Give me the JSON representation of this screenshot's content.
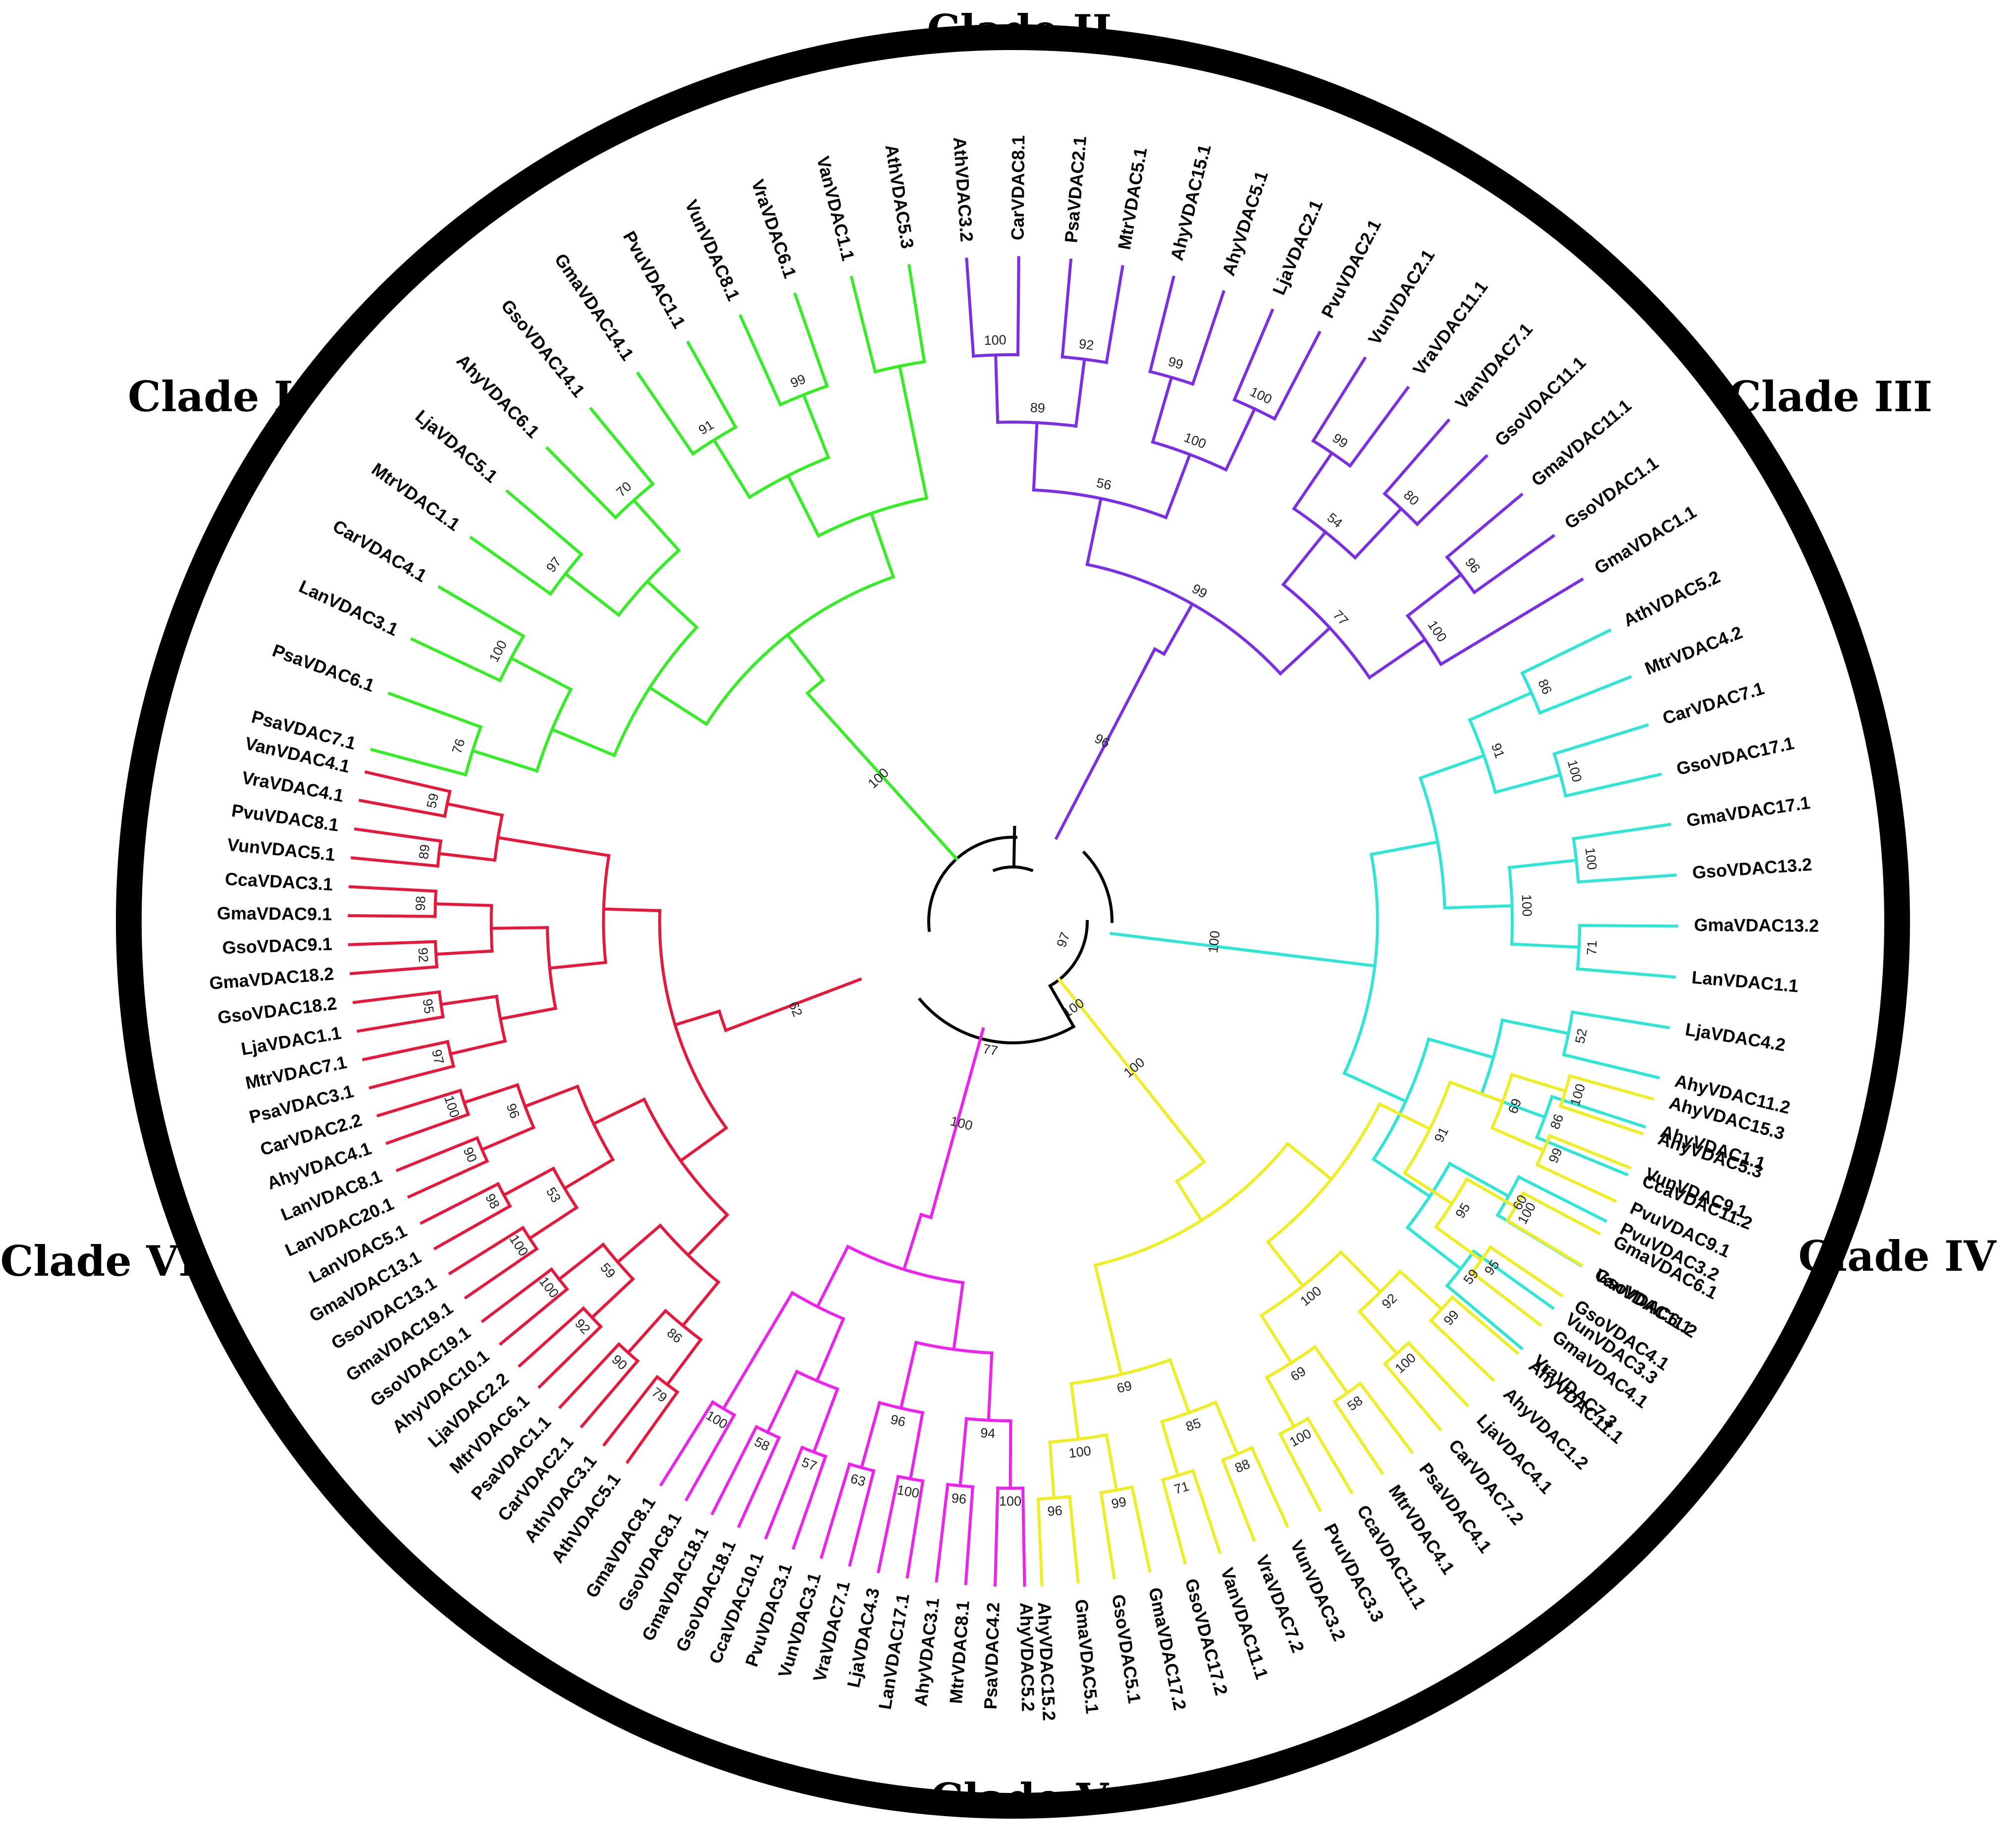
{
  "colors": {
    "clade_I": "#33ee22",
    "clade_II": "#7a2ee6",
    "clade_III": "#2ee6d6",
    "clade_IV": "#eeee22",
    "clade_V": "#ee22ee",
    "clade_VI": "#e6193c",
    "backbone": "#000000",
    "ring": "#000000"
  },
  "root_bootstrap": "97",
  "backbone_bootstraps": [
    "100",
    "77"
  ],
  "clades": [
    {
      "id": "I",
      "label": "Clade I",
      "color_key": "clade_I",
      "bootstrap": "100",
      "leaves": [
        "PsaVDAC7.1",
        "PsaVDAC6.1",
        "LanVDAC3.1",
        "CarVDAC4.1",
        "MtrVDAC1.1",
        "LjaVDAC5.1",
        "AhyVDAC6.1",
        "GsoVDAC14.1",
        "GmaVDAC14.1",
        "PvuVDAC1.1",
        "VunVDAC8.1",
        "VraVDAC6.1",
        "VanVDAC1.1",
        "AthVDAC5.3"
      ],
      "bootstraps": [
        "76",
        "100",
        "97",
        "70",
        "91",
        "99"
      ]
    },
    {
      "id": "II",
      "label": "Clade II",
      "color_key": "clade_II",
      "bootstrap": "96",
      "leaves": [
        "AthVDAC3.2",
        "CarVDAC8.1",
        "PsaVDAC2.1",
        "MtrVDAC5.1",
        "AhyVDAC15.1",
        "AhyVDAC5.1",
        "LjaVDAC2.1",
        "PvuVDAC2.1",
        "VunVDAC2.1",
        "VraVDAC11.1",
        "VanVDAC7.1",
        "GsoVDAC11.1",
        "GmaVDAC11.1",
        "GsoVDAC1.1",
        "GmaVDAC1.1"
      ],
      "bootstraps": [
        "100",
        "92",
        "99",
        "100",
        "99",
        "80",
        "96",
        "89",
        "100",
        "54",
        "100",
        "56",
        "77",
        "99"
      ]
    },
    {
      "id": "III",
      "label": "Clade III",
      "color_key": "clade_III",
      "bootstrap": "100",
      "leaves": [
        "AthVDAC5.2",
        "MtrVDAC4.2",
        "CarVDAC7.1",
        "GsoVDAC17.1",
        "GmaVDAC17.1",
        "GsoVDAC13.2",
        "GmaVDAC13.2",
        "LanVDAC1.1",
        "LjaVDAC4.2",
        "AhyVDAC11.2",
        "AhyVDAC1.1",
        "CcaVDAC11.2",
        "PvuVDAC3.2",
        "VanVDAC11.2",
        "VunVDAC3.3",
        "VraVDAC7.3"
      ],
      "bootstraps": [
        "86",
        "100",
        "100",
        "71",
        "52",
        "86",
        "60",
        "59",
        "91",
        "100"
      ]
    },
    {
      "id": "IV",
      "label": "Clade IV",
      "color_key": "clade_IV",
      "bootstrap": "100",
      "leaves": [
        "AhyVDAC15.3",
        "AhyVDAC5.3",
        "VunVDAC9.1",
        "PvuVDAC9.1",
        "GmaVDAC6.1",
        "GsoVDAC6.1",
        "GsoVDAC4.1",
        "GmaVDAC4.1",
        "AhyVDAC11.1",
        "AhyVDAC1.2",
        "LjaVDAC4.1",
        "CarVDAC7.2",
        "PsaVDAC4.1",
        "MtrVDAC4.1",
        "CcaVDAC11.1",
        "PvuVDAC3.3",
        "VunVDAC3.2",
        "VraVDAC7.2",
        "VanVDAC11.1",
        "GsoVDAC17.2",
        "GmaVDAC17.2",
        "GsoVDAC5.1",
        "GmaVDAC5.1",
        "AhyVDAC15.2"
      ],
      "bootstraps": [
        "100",
        "99",
        "100",
        "95",
        "99",
        "100",
        "58",
        "100",
        "88",
        "71",
        "99",
        "96",
        "69",
        "95",
        "92",
        "69",
        "85",
        "100",
        "91",
        "100",
        "69"
      ]
    },
    {
      "id": "V",
      "label": "Clade V",
      "color_key": "clade_V",
      "bootstrap": "100",
      "leaves": [
        "AhyVDAC5.2",
        "PsaVDAC4.2",
        "MtrVDAC8.1",
        "AhyVDAC3.1",
        "LanVDAC17.1",
        "LjaVDAC4.3",
        "VraVDAC7.1",
        "VunVDAC3.1",
        "PvuVDAC3.1",
        "CcaVDAC10.1",
        "GsoVDAC18.1",
        "GmaVDAC18.1",
        "GsoVDAC8.1",
        "GmaVDAC8.1"
      ],
      "bootstraps": [
        "100",
        "96",
        "100",
        "63",
        "57",
        "58",
        "100",
        "94",
        "96"
      ]
    },
    {
      "id": "VI",
      "label": "Clade VI",
      "color_key": "clade_VI",
      "bootstrap": "62",
      "leaves": [
        "AthVDAC5.1",
        "AthVDAC3.1",
        "CarVDAC2.1",
        "PsaVDAC1.1",
        "MtrVDAC6.1",
        "LjaVDAC2.2",
        "AhyVDAC10.1",
        "GsoVDAC19.1",
        "GmaVDAC19.1",
        "GsoVDAC13.1",
        "GmaVDAC13.1",
        "LanVDAC5.1",
        "LanVDAC20.1",
        "LanVDAC8.1",
        "AhyVDAC4.1",
        "CarVDAC2.2",
        "PsaVDAC3.1",
        "MtrVDAC7.1",
        "LjaVDAC1.1",
        "GsoVDAC18.2",
        "GmaVDAC18.2",
        "GsoVDAC9.1",
        "GmaVDAC9.1",
        "CcaVDAC3.1",
        "VunVDAC5.1",
        "PvuVDAC8.1",
        "VraVDAC4.1",
        "VanVDAC4.1"
      ],
      "bootstraps": [
        "79",
        "90",
        "92",
        "100",
        "100",
        "98",
        "90",
        "100",
        "97",
        "95",
        "92",
        "98",
        "89",
        "59",
        "86",
        "59",
        "53",
        "96"
      ]
    }
  ]
}
